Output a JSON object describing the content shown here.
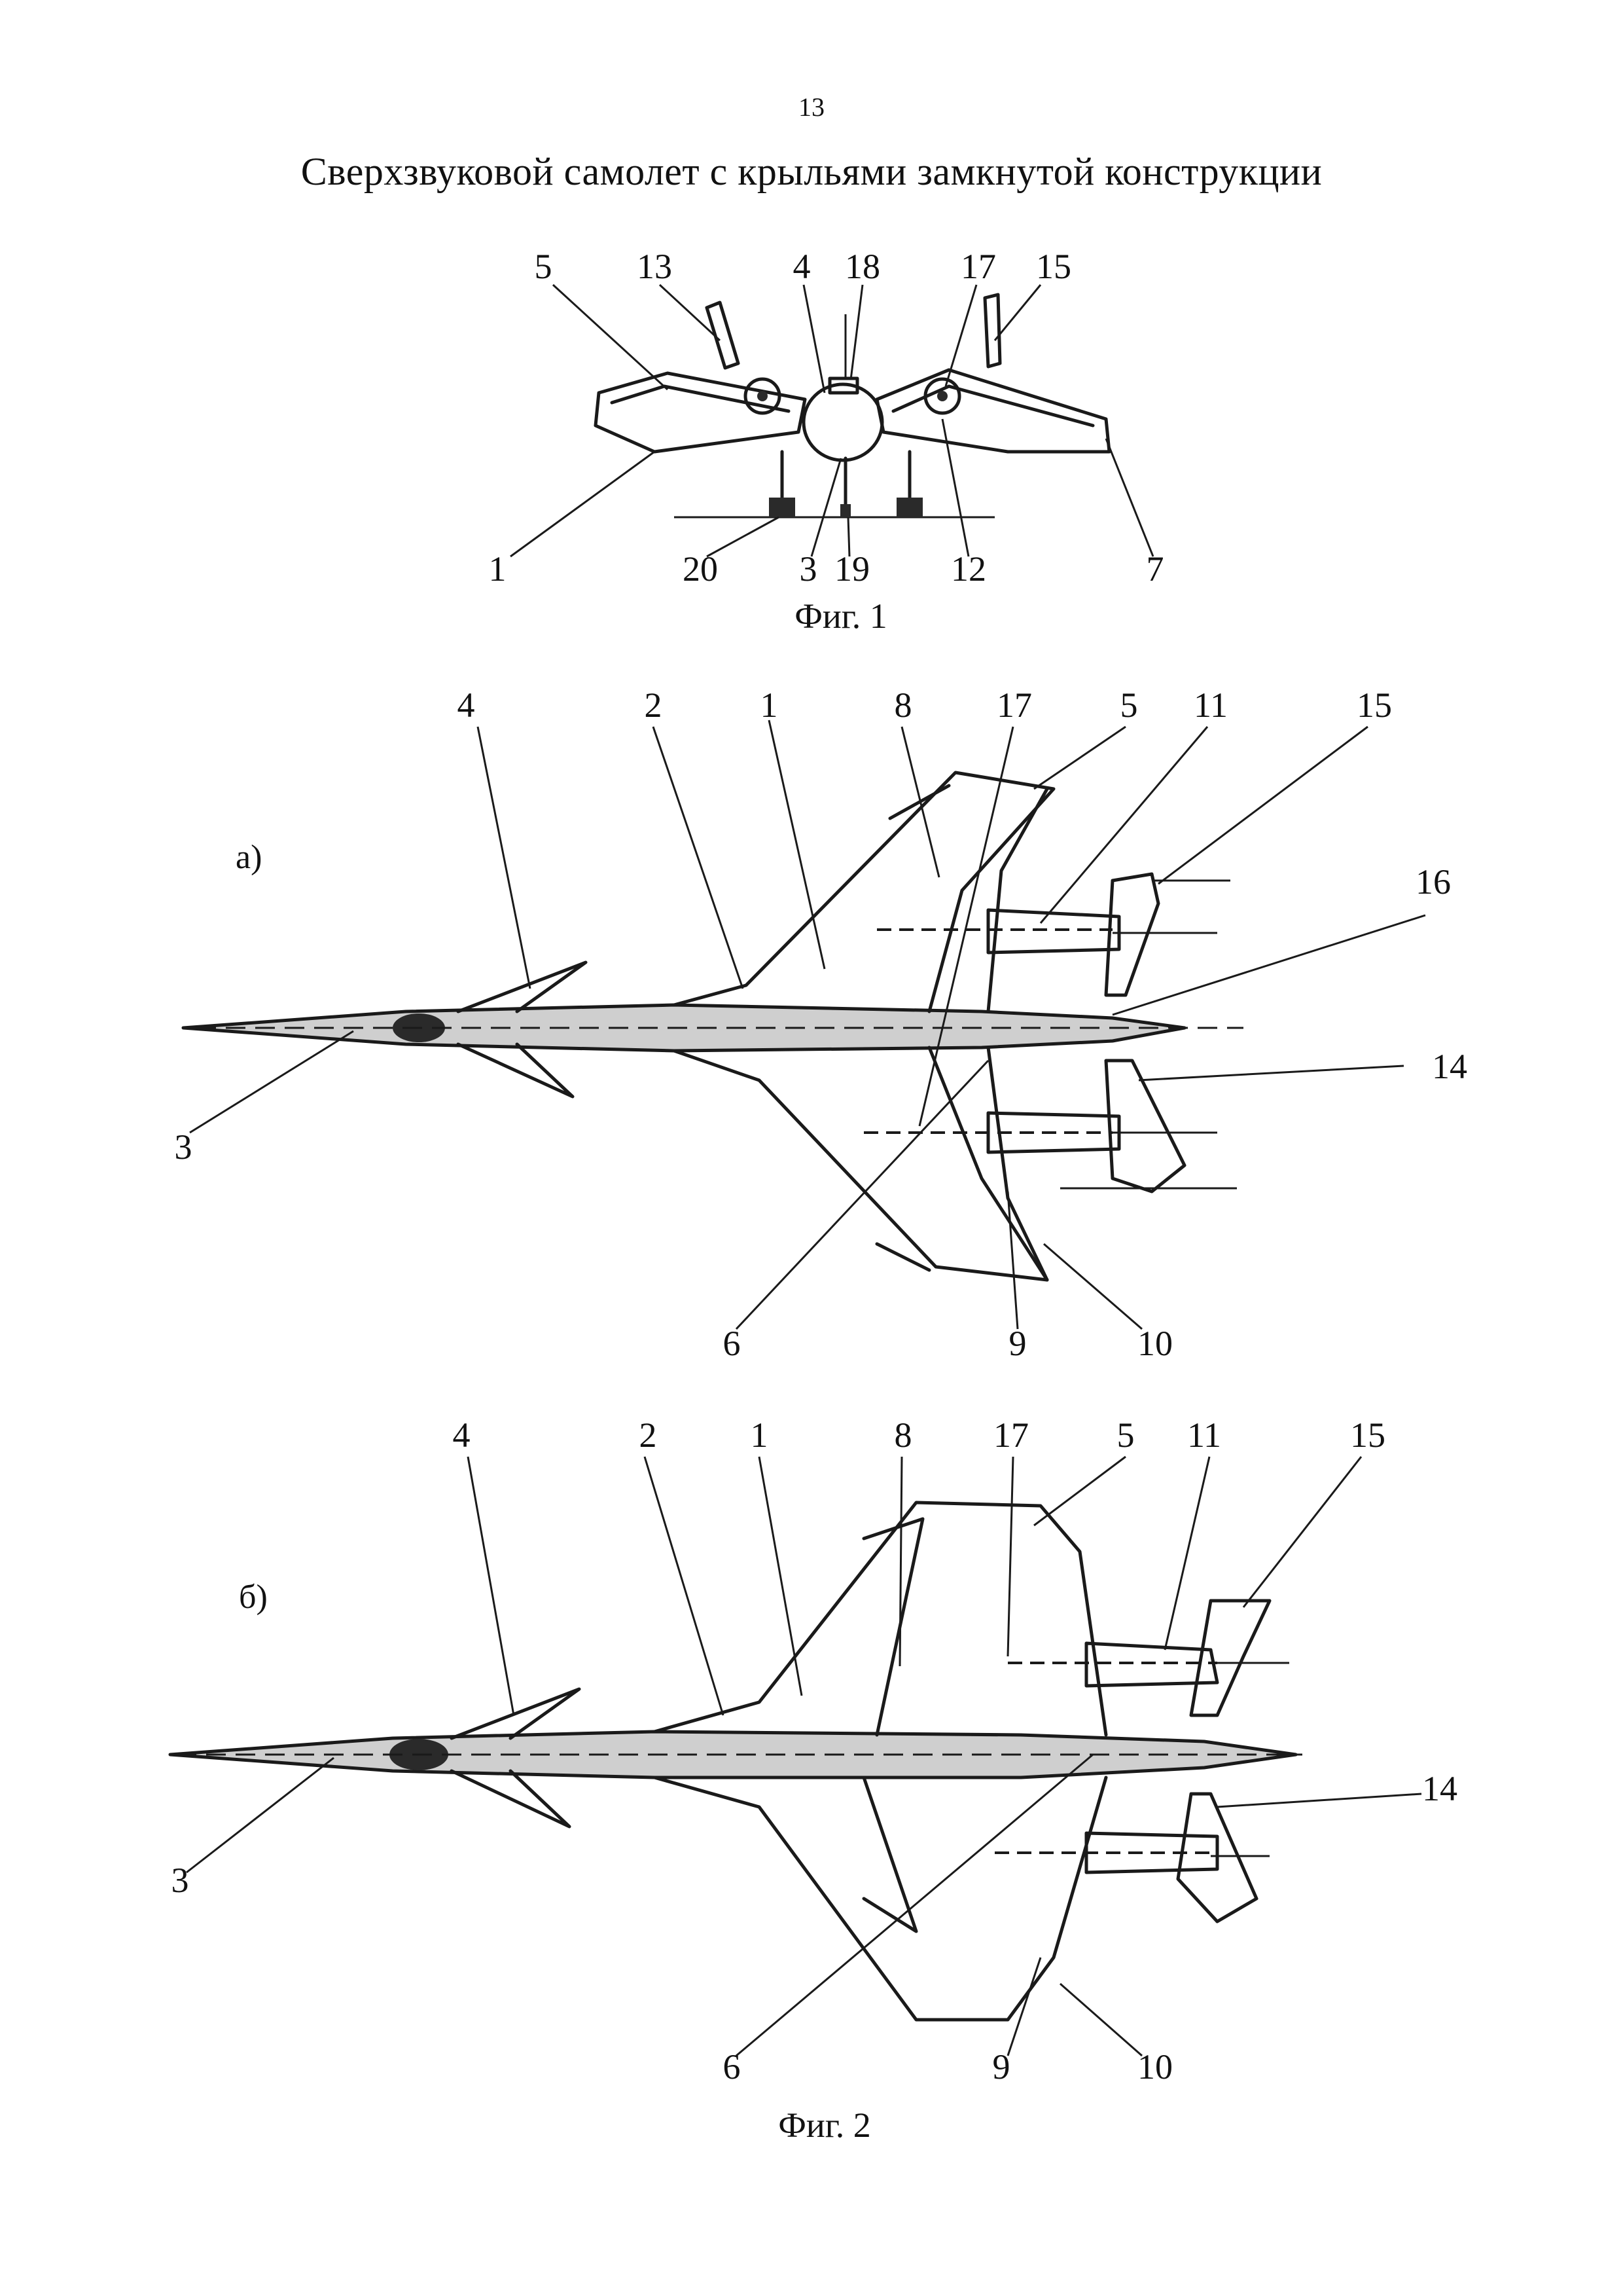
{
  "header": {
    "page_number": "13",
    "title": "Сверхзвуковой самолет с крыльями замкнутой конструкции"
  },
  "fig1": {
    "caption": "Фиг. 1",
    "labels": [
      "5",
      "13",
      "4",
      "18",
      "17",
      "15",
      "1",
      "20",
      "3",
      "19",
      "12",
      "7"
    ]
  },
  "fig2": {
    "caption": "Фиг. 2",
    "a": {
      "marker": "а)",
      "labels": [
        "4",
        "2",
        "1",
        "8",
        "17",
        "5",
        "11",
        "15",
        "16",
        "14",
        "3",
        "6",
        "9",
        "10"
      ]
    },
    "b": {
      "marker": "б)",
      "labels": [
        "4",
        "2",
        "1",
        "8",
        "17",
        "5",
        "11",
        "15",
        "14",
        "3",
        "6",
        "9",
        "10"
      ]
    }
  }
}
